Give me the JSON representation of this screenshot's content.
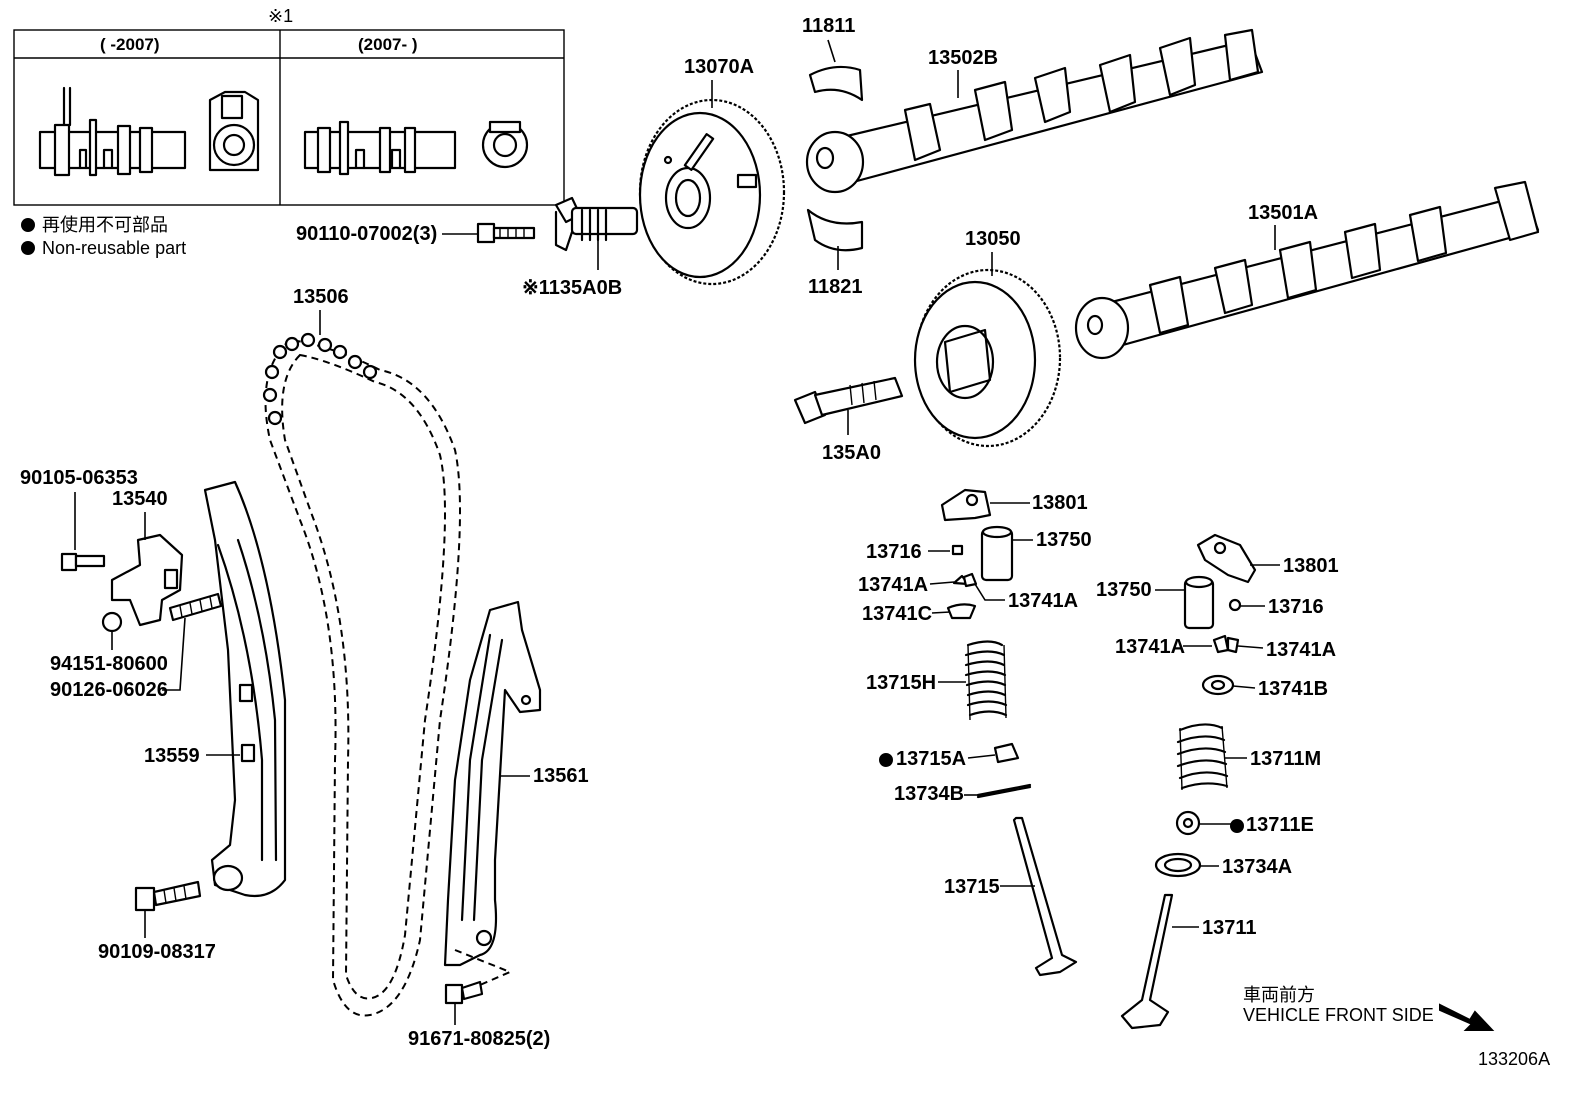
{
  "inset": {
    "marker": "※1",
    "left_header": "(      -2007)",
    "right_header": "(2007-      )"
  },
  "legend": {
    "jp": "再使用不可部品",
    "en": "Non-reusable part"
  },
  "direction": {
    "jp": "車両前方",
    "en": "VEHICLE FRONT SIDE"
  },
  "figure_id": "133206A",
  "colors": {
    "ink": "#000000",
    "background": "#ffffff"
  },
  "parts": [
    {
      "id": "p11811",
      "text": "11811"
    },
    {
      "id": "p13502B",
      "text": "13502B"
    },
    {
      "id": "p13070A",
      "text": "13070A"
    },
    {
      "id": "p90110",
      "text": "90110-07002(3)"
    },
    {
      "id": "p135A0B",
      "text": "※1135A0B"
    },
    {
      "id": "p11821",
      "text": "11821"
    },
    {
      "id": "p13050",
      "text": "13050"
    },
    {
      "id": "p13501A",
      "text": "13501A"
    },
    {
      "id": "p13506",
      "text": "13506"
    },
    {
      "id": "p135A0",
      "text": "135A0"
    },
    {
      "id": "p90105",
      "text": "90105-06353"
    },
    {
      "id": "p13540",
      "text": "13540"
    },
    {
      "id": "p94151",
      "text": "94151-80600"
    },
    {
      "id": "p90126",
      "text": "90126-06026"
    },
    {
      "id": "p13559",
      "text": "13559"
    },
    {
      "id": "p13561",
      "text": "13561"
    },
    {
      "id": "p90109",
      "text": "90109-08317"
    },
    {
      "id": "p91671",
      "text": "91671-80825(2)"
    },
    {
      "id": "p13801a",
      "text": "13801"
    },
    {
      "id": "p13750a",
      "text": "13750"
    },
    {
      "id": "p13716a",
      "text": "13716"
    },
    {
      "id": "p13741Aa",
      "text": "13741A"
    },
    {
      "id": "p13741Ab",
      "text": "13741A"
    },
    {
      "id": "p13741C",
      "text": "13741C"
    },
    {
      "id": "p13715H",
      "text": "13715H"
    },
    {
      "id": "p13715A",
      "text": "13715A"
    },
    {
      "id": "p13734B",
      "text": "13734B"
    },
    {
      "id": "p13715",
      "text": "13715"
    },
    {
      "id": "p13801b",
      "text": "13801"
    },
    {
      "id": "p13750b",
      "text": "13750"
    },
    {
      "id": "p13716b",
      "text": "13716"
    },
    {
      "id": "p13741Ac",
      "text": "13741A"
    },
    {
      "id": "p13741Ad",
      "text": "13741A"
    },
    {
      "id": "p13741B",
      "text": "13741B"
    },
    {
      "id": "p13711M",
      "text": "13711M"
    },
    {
      "id": "p13711E",
      "text": "13711E"
    },
    {
      "id": "p13734A",
      "text": "13734A"
    },
    {
      "id": "p13711",
      "text": "13711"
    }
  ]
}
